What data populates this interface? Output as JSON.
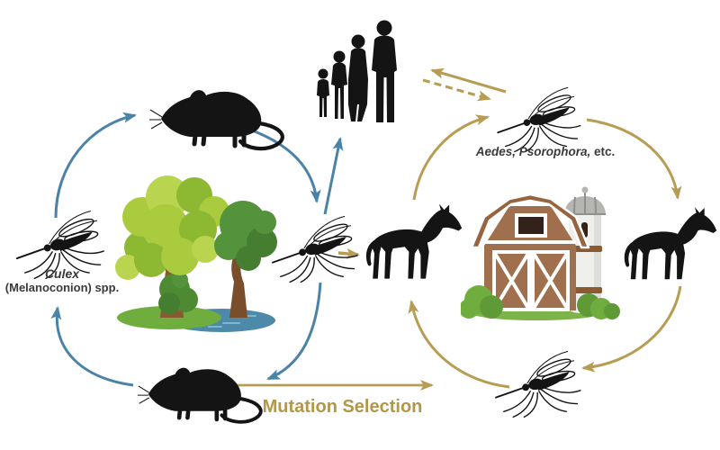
{
  "diagram_type": "disease-transmission-cycle",
  "labels": {
    "culex_vector_line1": "Culex",
    "culex_vector_line2": "(Melanoconion) spp.",
    "aedes_vector_italic": "Aedes, Psorophora,",
    "aedes_vector_rest": " etc.",
    "mutation_selection": "Mutation Selection"
  },
  "colors": {
    "enzootic_arrow": "#4a82a8",
    "epizootic_arrow": "#b79c53",
    "mutation_text": "#b3964a",
    "silhouette": "#141414",
    "label_text": "#3b3a39",
    "tree_light_green": "#a9cb3d",
    "tree_light_green2": "#b9d44e",
    "tree_mid_green": "#8cb832",
    "tree_dark_green": "#55923c",
    "tree_dark_green2": "#467e31",
    "bush_dark_green": "#4e8a32",
    "trunk_brown": "#8a5a33",
    "trunk_brown2": "#7a4e2a",
    "ground_green": "#6fae3e",
    "water_blue": "#4d89a8",
    "water_light": "#7fb6cf",
    "barn_brown": "#a06f4e",
    "barn_roof": "#96653f",
    "barn_trim": "#ffffff",
    "barn_window_dark": "#33221a",
    "silo_white": "#efefec",
    "silo_shade": "#dededa",
    "silo_dome": "#b5b5b2",
    "silo_dome_rib": "#8f8f8b",
    "grass_green": "#7cb34a",
    "bush_green": "#6fae3e",
    "bush_green2": "#5f9a37"
  },
  "icons": {
    "rodent_top": "rat-silhouette",
    "rodent_bottom": "rat-silhouette",
    "culex_mosquito": "mosquito-silhouette",
    "bridge_mosquito": "mosquito-silhouette",
    "aedes_mosquito": "mosquito-silhouette",
    "epizootic_mosquito": "mosquito-silhouette",
    "humans": "human-family-silhouette",
    "horse_left": "horse-silhouette",
    "horse_right": "horse-silhouette",
    "habitat_left": "trees-and-pond",
    "habitat_right": "barn-and-silo"
  },
  "edges": [
    {
      "from": "culex-mosquito",
      "to": "rodent-top",
      "cycle": "enzootic",
      "style": "solid"
    },
    {
      "from": "rodent-top",
      "to": "bridge-mosquito",
      "cycle": "enzootic",
      "style": "solid"
    },
    {
      "from": "bridge-mosquito",
      "to": "humans",
      "cycle": "enzootic",
      "style": "solid"
    },
    {
      "from": "bridge-mosquito",
      "to": "rodent-bottom",
      "cycle": "enzootic",
      "style": "solid"
    },
    {
      "from": "rodent-bottom",
      "to": "culex-mosquito",
      "cycle": "enzootic",
      "style": "solid"
    },
    {
      "from": "bridge-mosquito",
      "to": "horse-left",
      "cycle": "epizootic",
      "style": "solid"
    },
    {
      "from": "horse-left",
      "to": "aedes-mosquito",
      "cycle": "epizootic",
      "style": "solid"
    },
    {
      "from": "aedes-mosquito",
      "to": "horse-right",
      "cycle": "epizootic",
      "style": "solid"
    },
    {
      "from": "horse-right",
      "to": "epizootic-mosquito",
      "cycle": "epizootic",
      "style": "solid"
    },
    {
      "from": "epizootic-mosquito",
      "to": "horse-left",
      "cycle": "epizootic",
      "style": "solid"
    },
    {
      "from": "aedes-mosquito",
      "to": "humans",
      "cycle": "epizootic",
      "style": "solid"
    },
    {
      "from": "humans",
      "to": "aedes-mosquito",
      "cycle": "epizootic",
      "style": "dashed"
    },
    {
      "from": "rodent-bottom",
      "to": "epizootic-mosquito",
      "cycle": "mutation-selection",
      "style": "solid"
    }
  ]
}
